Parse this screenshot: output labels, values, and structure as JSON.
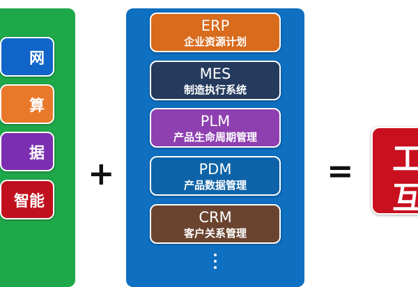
{
  "left_items": [
    {
      "label": "网",
      "color": "#1165c8"
    },
    {
      "label": "算",
      "color": "#e8782a"
    },
    {
      "label": "据",
      "color": "#7b2fb0"
    },
    {
      "label": "智能",
      "color": "#c0101e"
    }
  ],
  "right_items": [
    {
      "title": "ERP",
      "subtitle": "企业资源计划",
      "color": "#d86b1c"
    },
    {
      "title": "MES",
      "subtitle": "制造执行系统",
      "color": "#253b5e"
    },
    {
      "title": "PLM",
      "subtitle": "产品生命周期管理",
      "color": "#8e3fb0"
    },
    {
      "title": "PDM",
      "subtitle": "产品数据管理",
      "color": "#0e63a8"
    },
    {
      "title": "CRM",
      "subtitle": "客户关系管理",
      "color": "#6b4430"
    }
  ],
  "operators": {
    "plus": "+",
    "equals": "="
  },
  "result": {
    "line1": "工",
    "line2": "互",
    "color": "#c8101e"
  },
  "colors": {
    "left_panel": "#1fa84a",
    "right_panel": "#0f6fc0"
  }
}
